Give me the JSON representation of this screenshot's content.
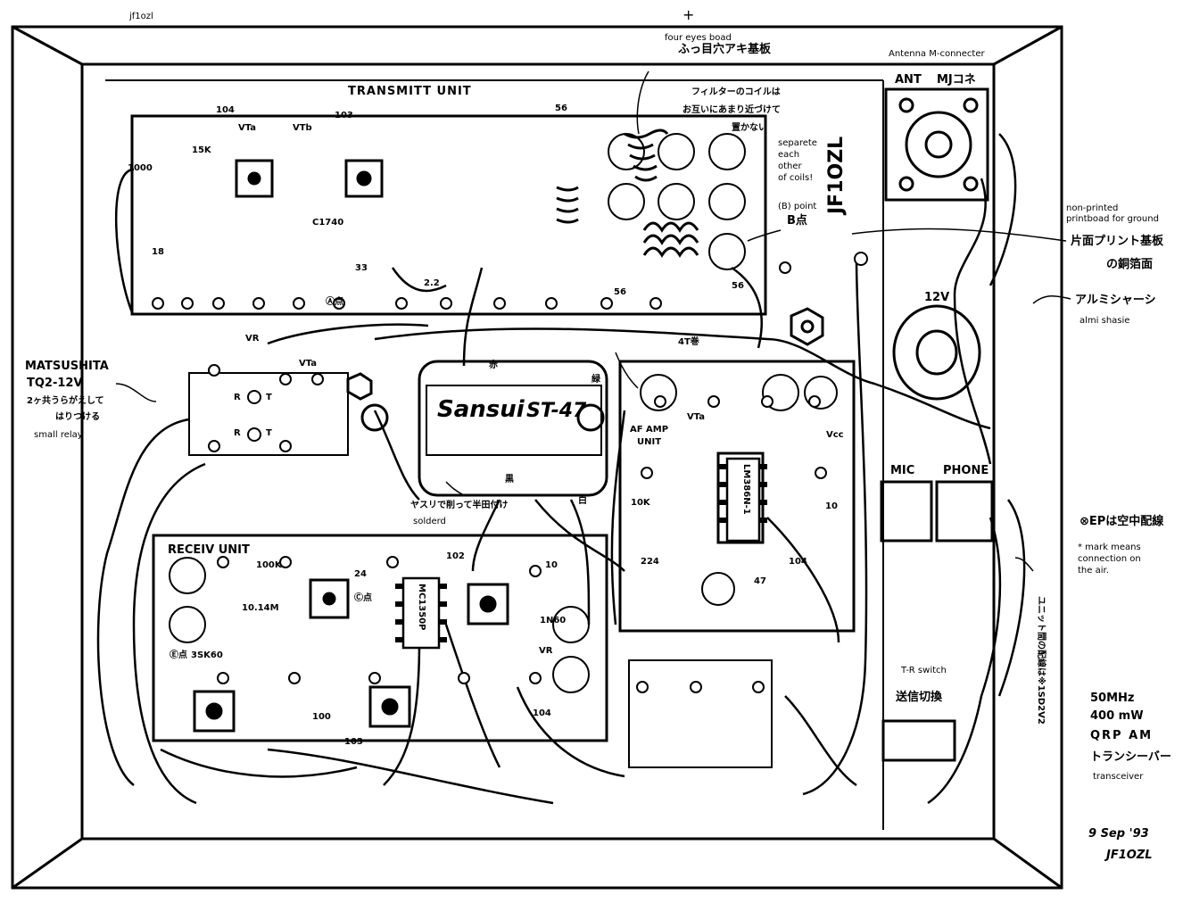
{
  "corner_tag": "jf1ozl",
  "crosshair": "+",
  "board_top_label": "four eyes boad",
  "board_top_label_jp": "ふっ目穴アキ基板",
  "antenna_label": "Antenna M-connecter",
  "ant_mark": "ANT",
  "mj_mark": "MJコネ",
  "transmit_unit": "TRANSMITT UNIT",
  "filter_note_jp_1": "フィルターのコイルは",
  "filter_note_jp_2": "お互いにあまり近づけて",
  "filter_note_jp_3": "置かない",
  "separate_note_1": "separete",
  "separate_note_2": "each",
  "separate_note_3": "other",
  "separate_note_4": "of coils!",
  "b_point": "(B) point",
  "b_point_jp": "B点",
  "callsign_vertical": "JF1OZL",
  "nonprinted_1": "non-printed",
  "nonprinted_2": "printboad for ground",
  "katamen_jp_1": "片面プリント基板",
  "katamen_jp_2": "の銅箔面",
  "alumi_jp": "アルミシャーシ",
  "alumi_en": "almi shasie",
  "v12": "12V",
  "relay_brand": "MATSUSHITA",
  "relay_model": "TQ2-12V",
  "relay_jp_1": "2ヶ共うらがえして",
  "relay_jp_2": "はりつける",
  "relay_en": "small relay",
  "vt_a": "VTa",
  "vt_b": "VTb",
  "vr": "VR",
  "r_mark": "R",
  "t_mark": "T",
  "sansui_brand": "Sansui",
  "sansui_model": "ST-47",
  "aka": "赤",
  "midori": "緑",
  "kuro": "黒",
  "shiro": "白",
  "solder_jp": "ヤスリで削って半田付け",
  "solder_en": "solderd",
  "af_unit_1": "AF AMP",
  "af_unit_2": "UNIT",
  "ic_lm": "LM386N-1",
  "vcc": "Vcc",
  "receiv_unit": "RECEIV UNIT",
  "ic_mc": "MC1350P",
  "mic": "MIC",
  "phone": "PHONE",
  "ep_note_jp": "⊗EPは空中配線",
  "air_note_1": "* mark means",
  "air_note_2": "connection on",
  "air_note_3": "the air.",
  "tr_switch": "T-R switch",
  "tr_switch_jp": "送信切換",
  "unit_wiring_jp": "ユニット間の配線は※1SD2V2",
  "spec_1": "50MHz",
  "spec_2": "400 mW",
  "spec_3": "QRP AM",
  "spec_4": "トランシーバー",
  "spec_en": "transceiver",
  "date": "9 Sep '93",
  "signature": "JF1OZL",
  "parts": {
    "p103": "103",
    "p104": "104",
    "p102": "102",
    "p1000": "1000",
    "p56": "56",
    "p22": "2.2",
    "p33": "33",
    "p18": "18",
    "p10": "10",
    "p47": "47",
    "p10k": "10K",
    "p224": "224",
    "p100k": "100K",
    "p1014": "10.14M",
    "p3sk": "3SK60",
    "p1n60": "1N60",
    "p100": "100",
    "p24": "24",
    "c1740": "C1740",
    "a_point": "Ⓐ点",
    "e_point": "Ⓔ点",
    "turns_jp": "4T巻",
    "c_point": "Ⓒ点",
    "p15k": "15K"
  }
}
